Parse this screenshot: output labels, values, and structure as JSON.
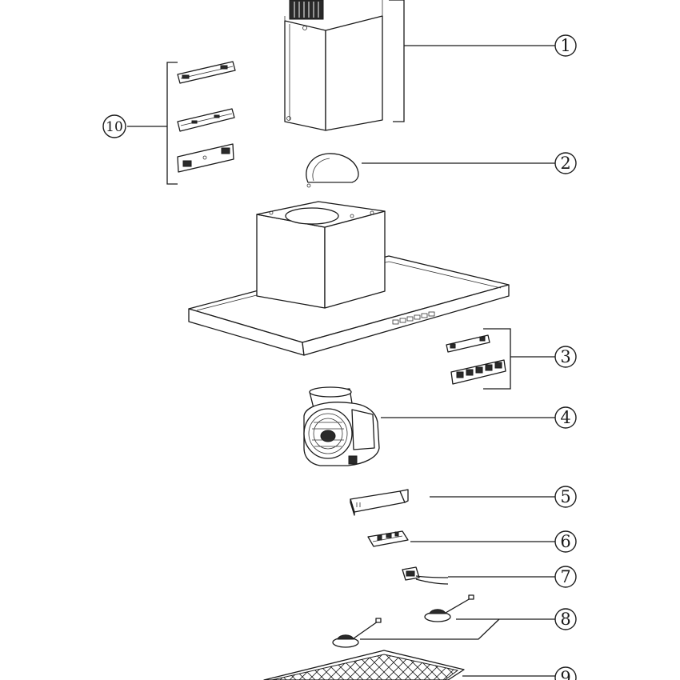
{
  "callouts": [
    {
      "id": "1",
      "label": "1",
      "part": "chimney"
    },
    {
      "id": "2",
      "label": "2",
      "part": "non-return flap"
    },
    {
      "id": "3",
      "label": "3",
      "part": "control panel"
    },
    {
      "id": "4",
      "label": "4",
      "part": "motor and blower"
    },
    {
      "id": "5",
      "label": "5",
      "part": "capacitor"
    },
    {
      "id": "6",
      "label": "6",
      "part": "circuit board"
    },
    {
      "id": "7",
      "label": "7",
      "part": "transformer"
    },
    {
      "id": "8",
      "label": "8",
      "part": "lamps"
    },
    {
      "id": "9",
      "label": "9",
      "part": "grease filter"
    },
    {
      "id": "10",
      "label": "10",
      "part": "mounting brackets"
    }
  ],
  "colors": {
    "line": "#1a1a1a",
    "background": "#ffffff"
  }
}
